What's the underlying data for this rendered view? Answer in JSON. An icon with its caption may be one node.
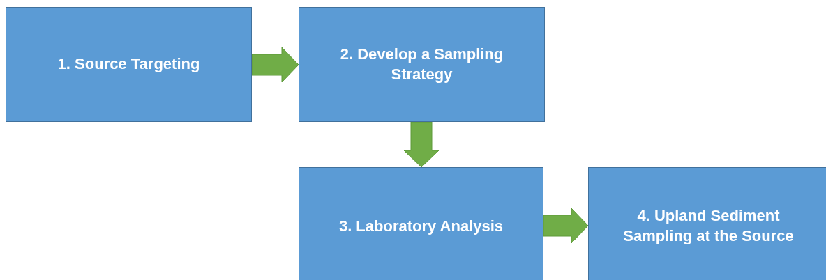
{
  "diagram": {
    "nodes": [
      {
        "text": [
          "1. Source Targeting"
        ]
      },
      {
        "text": [
          "2. Develop a Sampling Strategy"
        ]
      },
      {
        "text": [
          "3. Laboratory Analysis"
        ]
      },
      {
        "text": [
          "4. Upland Sediment Sampling at the Source"
        ]
      }
    ],
    "edges": [
      {
        "from": 0,
        "to": 1,
        "arrow": "to"
      },
      {
        "from": 1,
        "to": 2,
        "arrow": "to"
      },
      {
        "from": 2,
        "to": 3,
        "arrow": "to"
      }
    ]
  }
}
